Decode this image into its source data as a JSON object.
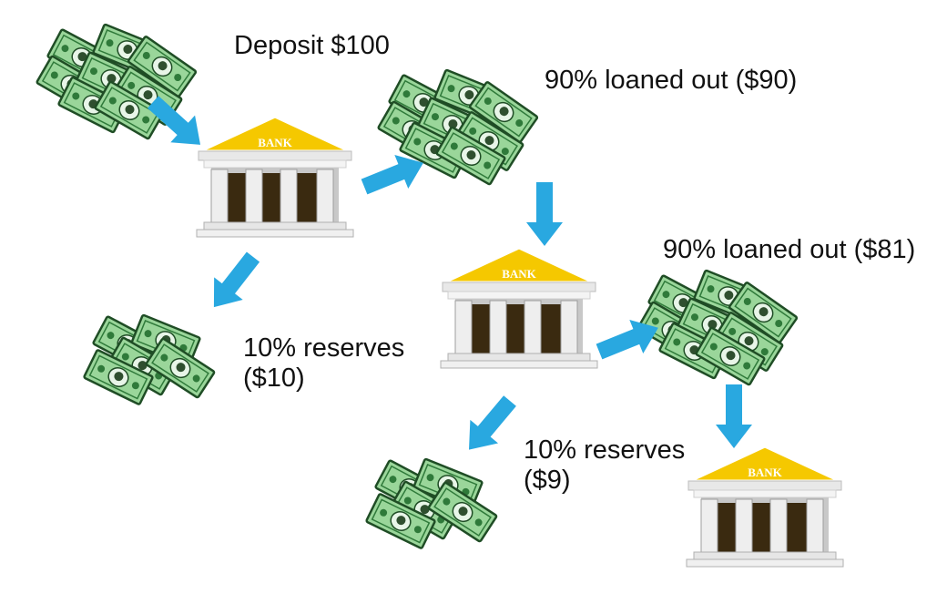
{
  "labels": {
    "deposit": "Deposit  $100",
    "loan1": "90% loaned out ($90)",
    "loan2": "90% loaned out ($81)",
    "reserves1_line1": "10% reserves",
    "reserves1_line2": "($10)",
    "reserves2_line1": "10% reserves",
    "reserves2_line2": "($9)"
  },
  "bank_sign": "BANK",
  "icons": {
    "money": "money-stack-icon",
    "bank": "bank-building-icon",
    "arrow": "arrow-icon"
  },
  "colors": {
    "arrow": "#29a8e0",
    "bill": "#8fcf8f",
    "bill_dark": "#2f7a3a",
    "roof": "#f2c200",
    "column": "#d9d9d9",
    "door": "#3a2a10"
  }
}
